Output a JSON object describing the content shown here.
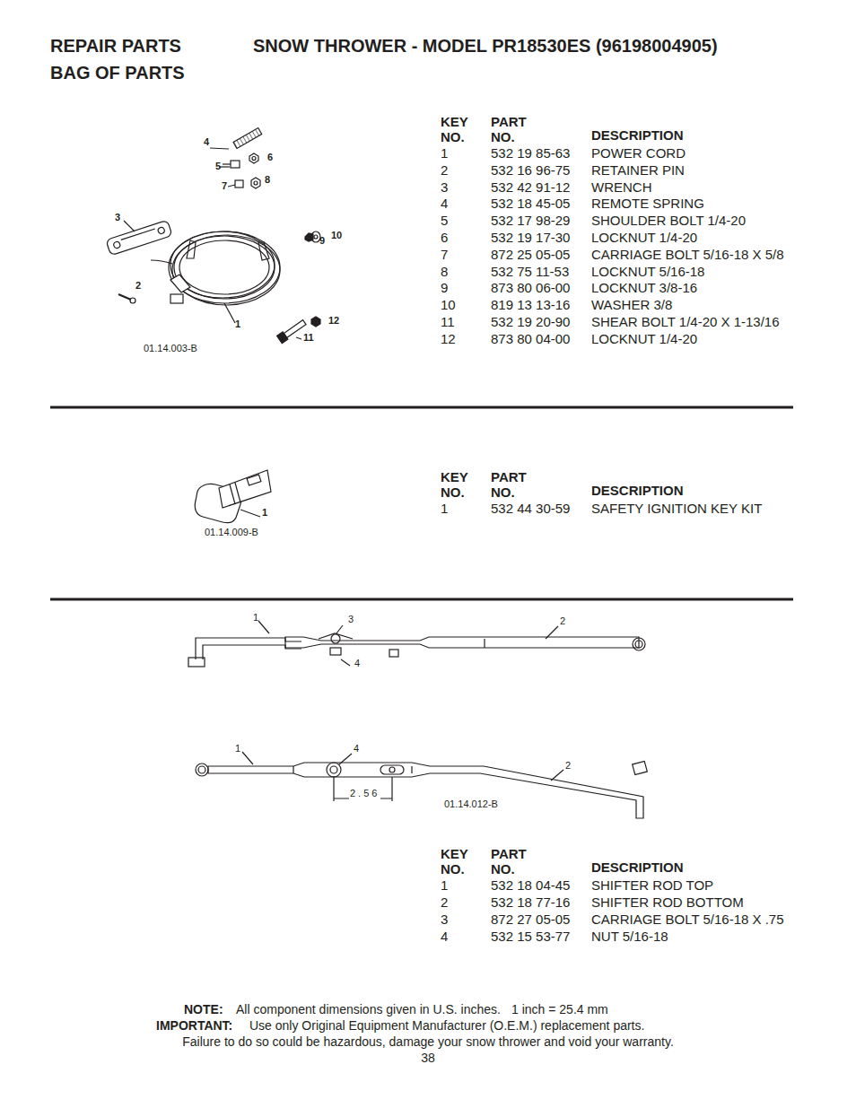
{
  "diagram": {
    "title": "SNOW THROWER - MODEL PR18530ES (96198004905)",
    "labels": [
      "REPAIR PARTS",
      "BAG OF PARTS",
      "4",
      "6",
      "5",
      "8",
      "7",
      "3",
      "10",
      "9",
      "2",
      "12",
      "1",
      "11",
      "01.14.003-B",
      "KEY NO.",
      "PART NO.",
      "DESCRIPTION",
      "1",
      "532 19 85-63",
      "POWER CORD",
      "2",
      "532 16 96-75",
      "RETAINER PIN",
      "3",
      "532 42 91-12",
      "WRENCH",
      "4",
      "532 18 45-05",
      "REMOTE SPRING",
      "5",
      "532 17 98-29",
      "SHOULDER BOLT 1/4-20",
      "6",
      "532 19 17-30",
      "LOCKNUT 1/4-20",
      "7",
      "872 25 05-05",
      "CARRIAGE BOLT 5/16-18 X 5/8",
      "8",
      "532 75 11-53",
      "LOCKNUT 5/16-18",
      "9",
      "873 80 06-00",
      "LOCKNUT 3/8-16",
      "10",
      "819 13 13-16",
      "WASHER 3/8",
      "11",
      "532 19 20-90",
      "SHEAR BOLT 1/4-20 X 1-13/16",
      "12",
      "873 80 04-00",
      "LOCKNUT 1/4-20",
      "1",
      "01.14.009-B",
      "KEY NO.",
      "PART NO.",
      "DESCRIPTION",
      "1",
      "532 44 30-59",
      "SAFETY IGNITION KEY KIT",
      "1",
      "3",
      "2",
      "4",
      "1",
      "4",
      "2",
      "2.56",
      "01.14.012-B",
      "KEY NO.",
      "PART NO.",
      "DESCRIPTION",
      "1",
      "532 18 04-45",
      "SHIFTER ROD TOP",
      "2",
      "532 18 77-16",
      "SHIFTER ROD BOTTOM",
      "3",
      "872 27 05-05",
      "CARRIAGE BOLT 5/16-18 X .75",
      "4",
      "532 15 53-77",
      "NUT 5/16-18",
      "NOTE:",
      "All component dimensions given in U.S. inches.",
      "1 inch = 25.4 mm",
      "IMPORTANT:",
      "Use only Original Equipment Manufacturer (O.E.M.) replacement parts.",
      "Failure to do so could be hazardous, damage your snow thrower and void your warranty.",
      "38"
    ]
  }
}
